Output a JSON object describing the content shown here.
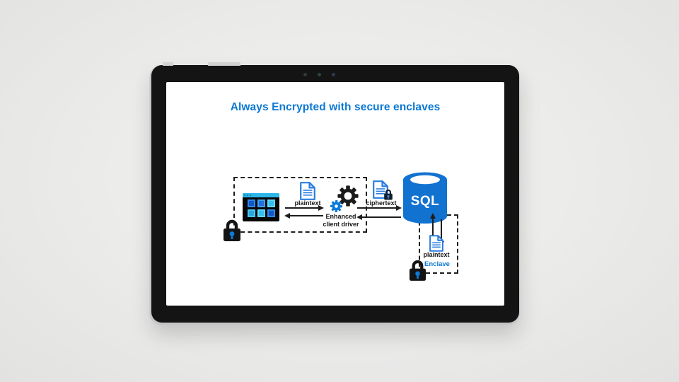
{
  "screen": {
    "title": "Always Encrypted with secure enclaves"
  },
  "diagram": {
    "client": {
      "plaintext_label": "plaintext",
      "driver_label": "Enhanced client driver"
    },
    "ciphertext_label": "ciphertext",
    "database_label": "SQL",
    "enclave": {
      "plaintext_label": "plaintext",
      "name_label": "Enclave"
    },
    "icons": {
      "client_app": "app-window-icon",
      "client_lock": "lock-icon",
      "plaintext_document": "document-icon",
      "driver_gears": "gear-icon",
      "ciphertext_document": "document-lock-icon",
      "database": "sql-database-icon",
      "enclave_document": "document-icon",
      "enclave_lock": "lock-icon",
      "device_camera": "front-camera-dots"
    },
    "colors": {
      "title_blue": "#0a78d4",
      "accent_blue": "#0b7bd8",
      "database_blue": "#1172d0",
      "app_titlebar_cyan": "#2cb5e8",
      "line_black": "#1d1d1d",
      "bezel_black": "#141415"
    }
  }
}
